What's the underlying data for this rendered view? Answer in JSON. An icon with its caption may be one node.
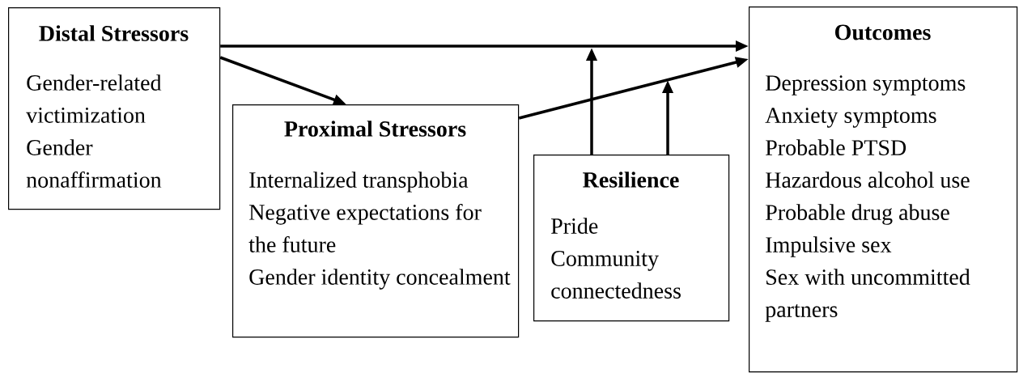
{
  "diagram": {
    "nodes": [
      {
        "text": [
          "Distal Stressors",
          "Gender-related victimization",
          "Gender nonaffirmation"
        ]
      },
      {
        "text": [
          "Proximal Stressors",
          "Internalized transphobia",
          "Negative expectations for the future",
          "Gender identity concealment"
        ]
      },
      {
        "text": [
          "Resilience",
          "Pride",
          "Community connectedness"
        ]
      },
      {
        "text": [
          "Outcomes",
          "Depression symptoms",
          "Anxiety symptoms",
          "Probable PTSD",
          "Hazardous alcohol use",
          "Probable drug abuse",
          "Impulsive sex",
          "Sex with uncommitted partners"
        ]
      }
    ],
    "edges": [
      {
        "from": 0,
        "to": 3,
        "arrow": "to"
      },
      {
        "from": 0,
        "to": 1,
        "arrow": "to"
      },
      {
        "from": 1,
        "to": 3,
        "arrow": "to"
      },
      {
        "from": 2,
        "to": null,
        "arrow": "to"
      },
      {
        "from": 2,
        "to": null,
        "arrow": "to"
      }
    ]
  }
}
